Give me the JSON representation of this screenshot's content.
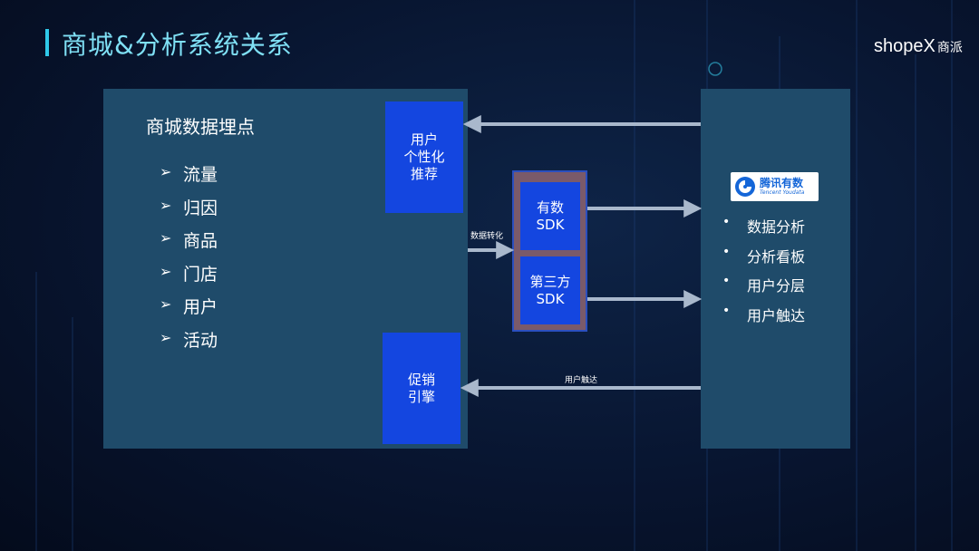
{
  "title": "商城&分析系统关系",
  "logo": {
    "brand": "shopeX",
    "suffix": "商派"
  },
  "mall": {
    "heading": "商城数据埋点",
    "items": [
      "流量",
      "归因",
      "商品",
      "门店",
      "用户",
      "活动"
    ],
    "recommend_box": [
      "用户",
      "个性化",
      "推荐"
    ],
    "promo_box": [
      "促销",
      "引擎"
    ]
  },
  "sdk": {
    "youshu": [
      "有数",
      "SDK"
    ],
    "third": [
      "第三方",
      "SDK"
    ]
  },
  "labels": {
    "data_convert": "数据转化",
    "user_reach": "用户触达"
  },
  "analysis": {
    "logo_cn": "腾讯有数",
    "logo_en": "Tencent Youdata",
    "items": [
      "数据分析",
      "分析看板",
      "用户分层",
      "用户触达"
    ]
  },
  "colors": {
    "accent": "#2fc8e8",
    "box": "#1f4b6a",
    "blue": "#1446e0",
    "arrow": "#a9b8cc"
  },
  "icons": {
    "bullet_mall": "chevron-right-icon",
    "bullet_analysis": "dot-icon",
    "tencent": "tencent-youdata-logo"
  }
}
